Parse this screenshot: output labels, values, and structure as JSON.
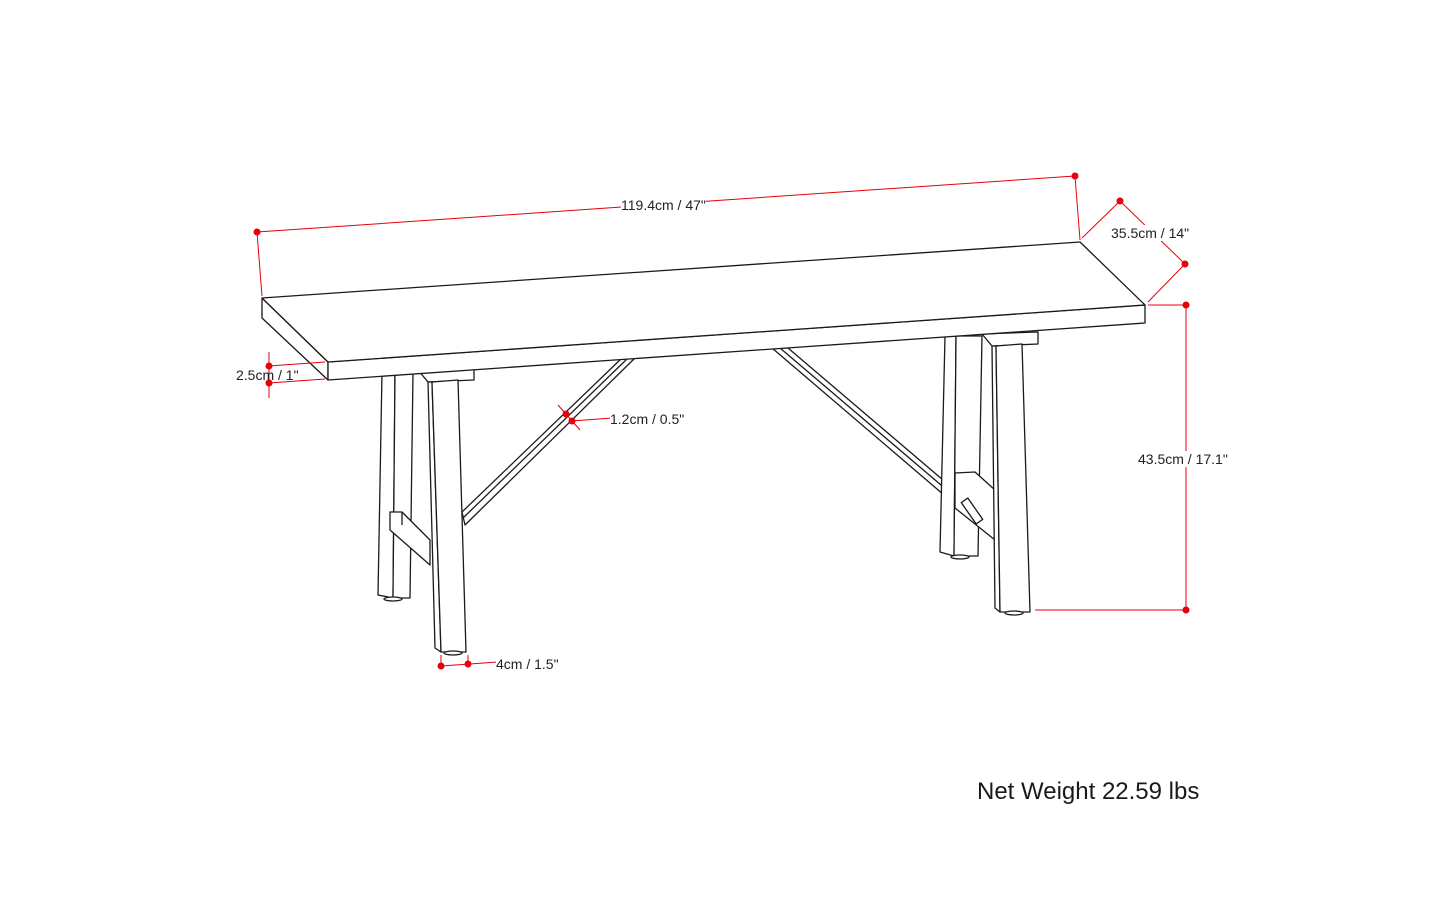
{
  "dimensions": {
    "length": "119.4cm / 47\"",
    "depth": "35.5cm / 14\"",
    "top_thickness": "2.5cm / 1\"",
    "brace_thickness": "1.2cm / 0.5\"",
    "height": "43.5cm / 17.1\"",
    "leg_width": "4cm / 1.5\""
  },
  "net_weight": "Net Weight 22.59 lbs",
  "colors": {
    "dimension": "#e8000b",
    "line": "#1a1a1a"
  }
}
